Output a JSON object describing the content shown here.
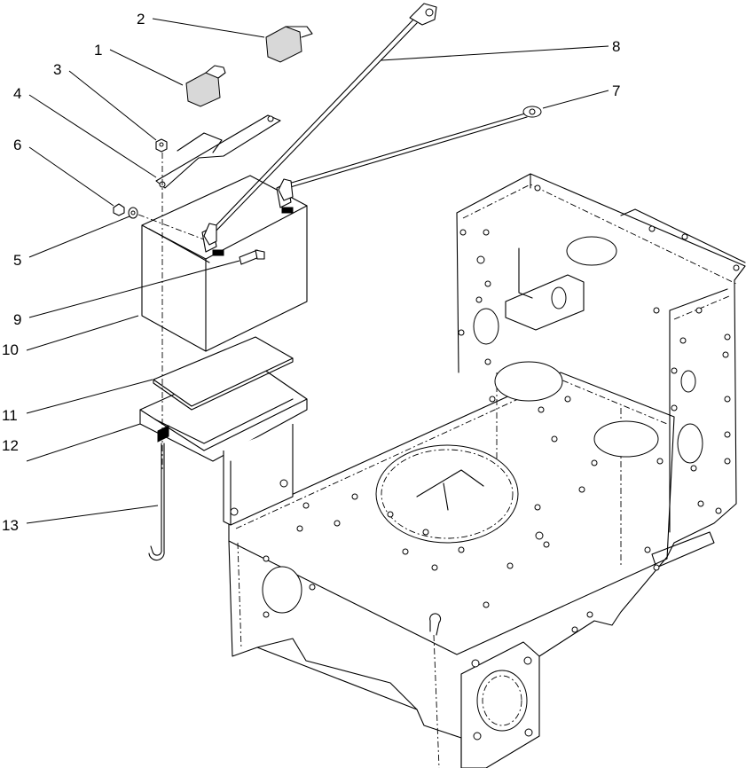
{
  "callouts": [
    {
      "label": "1"
    },
    {
      "label": "2"
    },
    {
      "label": "3"
    },
    {
      "label": "4"
    },
    {
      "label": "5"
    },
    {
      "label": "6"
    },
    {
      "label": "7"
    },
    {
      "label": "8"
    },
    {
      "label": "9"
    },
    {
      "label": "10"
    },
    {
      "label": "11"
    },
    {
      "label": "12"
    },
    {
      "label": "13"
    }
  ],
  "colors": {
    "line": "#000000",
    "background": "#ffffff",
    "terminal_cover": "#d8d8d8"
  }
}
